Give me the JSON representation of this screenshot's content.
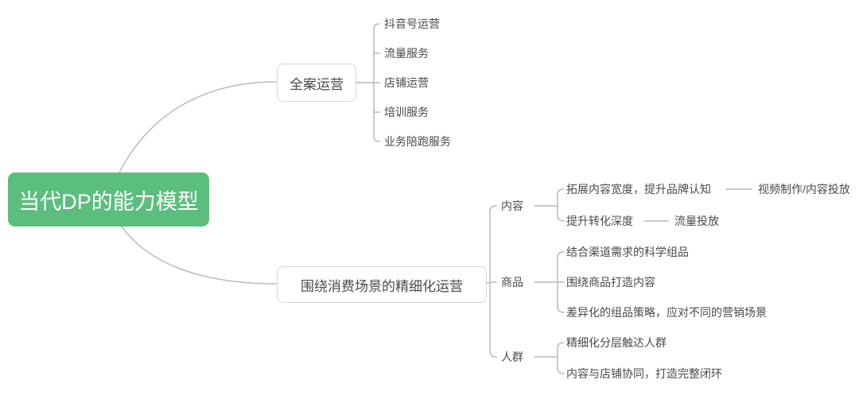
{
  "root": {
    "label": "当代DP的能力模型"
  },
  "branch_top": {
    "label": "全案运营",
    "children": [
      {
        "label": "抖音号运营"
      },
      {
        "label": "流量服务"
      },
      {
        "label": "店铺运营"
      },
      {
        "label": "培训服务"
      },
      {
        "label": "业务陪跑服务"
      }
    ]
  },
  "branch_bottom": {
    "label": "围绕消费场景的精细化运营",
    "children": [
      {
        "label": "内容",
        "children": [
          {
            "label": "拓展内容宽度，提升品牌认知",
            "link_label": "视频制作/内容投放"
          },
          {
            "label": "提升转化深度",
            "link_label": "流量投放"
          }
        ]
      },
      {
        "label": "商品",
        "children": [
          {
            "label": "结合渠道需求的科学组品"
          },
          {
            "label": "围绕商品打造内容"
          },
          {
            "label": "差异化的组品策略，应对不同的营销场景"
          }
        ]
      },
      {
        "label": "人群",
        "children": [
          {
            "label": "精细化分层触达人群"
          },
          {
            "label": "内容与店铺协同，打造完整闭环"
          }
        ]
      }
    ]
  },
  "colors": {
    "root_background": "#5CBE7E",
    "root_text": "#ffffff",
    "node_border": "#d5d5d5",
    "connector_line": "#b9b9b9",
    "text": "#4a4a4a"
  }
}
